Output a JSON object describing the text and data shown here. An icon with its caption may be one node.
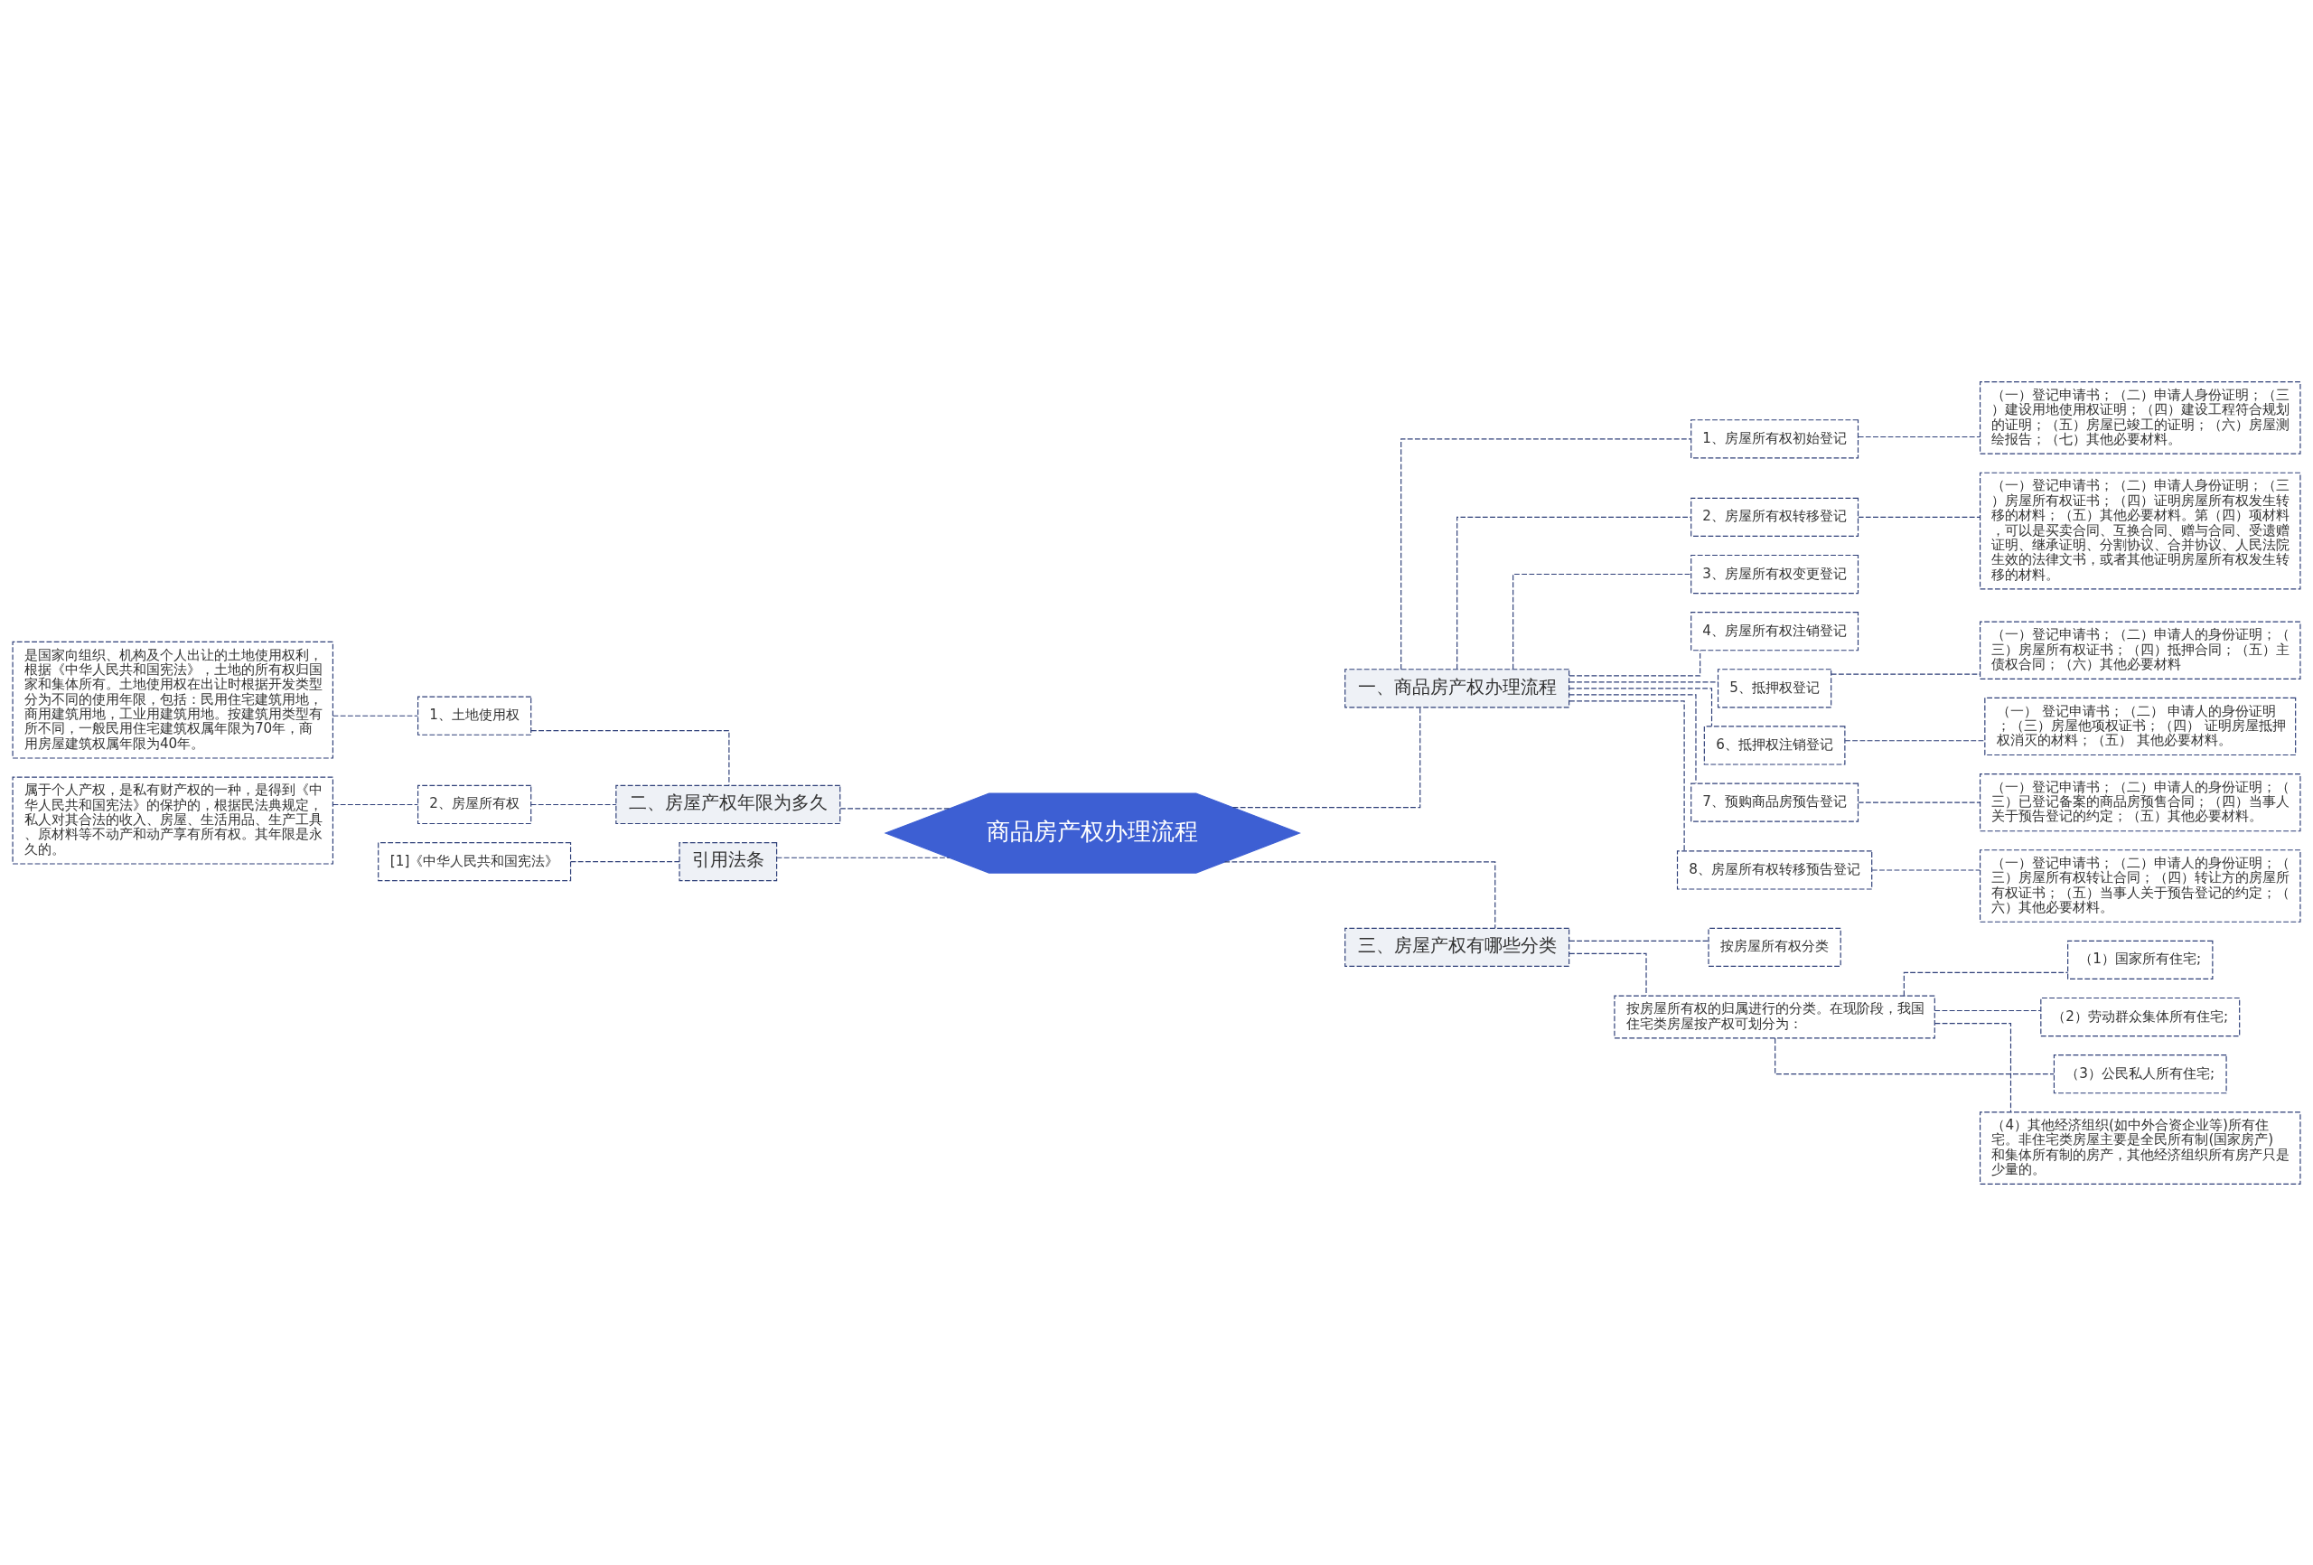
{
  "diagram": {
    "nodes": [
      {
        "text": [
          "商品房产权办理流程"
        ]
      },
      {
        "text": [
          "一、商品房产权办理流程"
        ]
      },
      {
        "text": [
          "1、房屋所有权初始登记"
        ]
      },
      {
        "text": [
          "（一）登记申请书；（二）申请人身份证明；（三）建设用地使用权证明；（四）建设工程符合规划的证明；（五）房屋已竣工的证明；（六）房屋测绘报告；（七）其他必要材料。"
        ]
      },
      {
        "text": [
          "2、房屋所有权转移登记"
        ]
      },
      {
        "text": [
          "（一）登记申请书；（二）申请人身份证明；（三）房屋所有权证书；（四）证明房屋所有权发生转移的材料；（五）其他必要材料。第（四）项材料，可以是买卖合同、互换合同、赠与合同、受遗赠证明、继承证明、分割协议、合并协议、人民法院生效的法律文书，或者其他证明房屋所有权发生转移的材料。"
        ]
      },
      {
        "text": [
          "3、房屋所有权变更登记"
        ]
      },
      {
        "text": [
          "4、房屋所有权注销登记"
        ]
      },
      {
        "text": [
          "5、抵押权登记"
        ]
      },
      {
        "text": [
          "（一）登记申请书；（二）申请人的身份证明；（三）房屋所有权证书；（四）抵押合同；（五）主债权合同；（六）其他必要材料"
        ]
      },
      {
        "text": [
          "6、抵押权注销登记"
        ]
      },
      {
        "text": [
          "（一） 登记申请书；（二） 申请人的身份证明；（三）房屋他项权证书；（四） 证明房屋抵押权消灭的材料；（五） 其他必要材料。"
        ]
      },
      {
        "text": [
          "7、预购商品房预告登记"
        ]
      },
      {
        "text": [
          "（一）登记申请书；（二）申请人的身份证明；（三）已登记备案的商品房预售合同；（四）当事人关于预告登记的约定；（五）其他必要材料。"
        ]
      },
      {
        "text": [
          "8、房屋所有权转移预告登记"
        ]
      },
      {
        "text": [
          "（一）登记申请书；（二）申请人的身份证明；（三）房屋所有权转让合同；（四）转让方的房屋所有权证书；（五）当事人关于预告登记的约定；（六）其他必要材料。"
        ]
      },
      {
        "text": [
          "三、房屋产权有哪些分类"
        ]
      },
      {
        "text": [
          "按房屋所有权分类"
        ]
      },
      {
        "text": [
          "按房屋所有权的归属进行的分类。在现阶段，我国住宅类房屋按产权可划分为："
        ]
      },
      {
        "text": [
          "（1）国家所有住宅;"
        ]
      },
      {
        "text": [
          "（2）劳动群众集体所有住宅;"
        ]
      },
      {
        "text": [
          "（3）公民私人所有住宅;"
        ]
      },
      {
        "text": [
          "（4）其他经济组织(如中外合资企业等)所有住宅。非住宅类房屋主要是全民所有制(国家房产)和集体所有制的房产，其他经济组织所有房产只是少量的。"
        ]
      },
      {
        "text": [
          "二、房屋产权年限为多久"
        ]
      },
      {
        "text": [
          "1、土地使用权"
        ]
      },
      {
        "text": [
          "是国家向组织、机构及个人出让的土地使用权利，根据《中华人民共和国宪法》，土地的所有权归国家和集体所有。土地使用权在出让时根据开发类型分为不同的使用年限，包括：民用住宅建筑用地，商用建筑用地，工业用建筑用地。按建筑用类型有所不同，一般民用住宅建筑权属年限为70年，商用房屋建筑权属年限为40年。"
        ]
      },
      {
        "text": [
          "2、房屋所有权"
        ]
      },
      {
        "text": [
          "属于个人产权，是私有财产权的一种，是得到《中华人民共和国宪法》的保护的，根据民法典规定，私人对其合法的收入、房屋、生活用品、生产工具、原材料等不动产和动产享有所有权。其年限是永久的。"
        ]
      },
      {
        "text": [
          "引用法条"
        ]
      },
      {
        "text": [
          "[1]《中华人民共和国宪法》"
        ]
      }
    ],
    "edges": [
      {
        "from": 0,
        "to": 1,
        "arrow": "none",
        "style": "dashed"
      },
      {
        "from": 1,
        "to": 2,
        "arrow": "none",
        "style": "dashed"
      },
      {
        "from": 2,
        "to": 3,
        "arrow": "none",
        "style": "dashed"
      },
      {
        "from": 1,
        "to": 4,
        "arrow": "none",
        "style": "dashed"
      },
      {
        "from": 4,
        "to": 5,
        "arrow": "none",
        "style": "dashed"
      },
      {
        "from": 1,
        "to": 6,
        "arrow": "none",
        "style": "dashed"
      },
      {
        "from": 1,
        "to": 7,
        "arrow": "none",
        "style": "dashed"
      },
      {
        "from": 1,
        "to": 8,
        "arrow": "none",
        "style": "dashed"
      },
      {
        "from": 8,
        "to": 9,
        "arrow": "none",
        "style": "dashed"
      },
      {
        "from": 1,
        "to": 10,
        "arrow": "none",
        "style": "dashed"
      },
      {
        "from": 10,
        "to": 11,
        "arrow": "none",
        "style": "dashed"
      },
      {
        "from": 1,
        "to": 12,
        "arrow": "none",
        "style": "dashed"
      },
      {
        "from": 12,
        "to": 13,
        "arrow": "none",
        "style": "dashed"
      },
      {
        "from": 1,
        "to": 14,
        "arrow": "none",
        "style": "dashed"
      },
      {
        "from": 14,
        "to": 15,
        "arrow": "none",
        "style": "dashed"
      },
      {
        "from": 0,
        "to": 16,
        "arrow": "none",
        "style": "dashed"
      },
      {
        "from": 16,
        "to": 17,
        "arrow": "none",
        "style": "dashed"
      },
      {
        "from": 16,
        "to": 18,
        "arrow": "none",
        "style": "dashed"
      },
      {
        "from": 18,
        "to": 19,
        "arrow": "none",
        "style": "dashed"
      },
      {
        "from": 18,
        "to": 20,
        "arrow": "none",
        "style": "dashed"
      },
      {
        "from": 18,
        "to": 21,
        "arrow": "none",
        "style": "dashed"
      },
      {
        "from": 18,
        "to": 22,
        "arrow": "none",
        "style": "dashed"
      },
      {
        "from": 0,
        "to": 23,
        "arrow": "none",
        "style": "dashed"
      },
      {
        "from": 23,
        "to": 24,
        "arrow": "none",
        "style": "dashed"
      },
      {
        "from": 24,
        "to": 25,
        "arrow": "none",
        "style": "dashed"
      },
      {
        "from": 23,
        "to": 26,
        "arrow": "none",
        "style": "dashed"
      },
      {
        "from": 26,
        "to": 27,
        "arrow": "none",
        "style": "dashed"
      },
      {
        "from": 0,
        "to": 28,
        "arrow": "none",
        "style": "dashed"
      },
      {
        "from": 28,
        "to": 29,
        "arrow": "none",
        "style": "dashed"
      }
    ]
  }
}
